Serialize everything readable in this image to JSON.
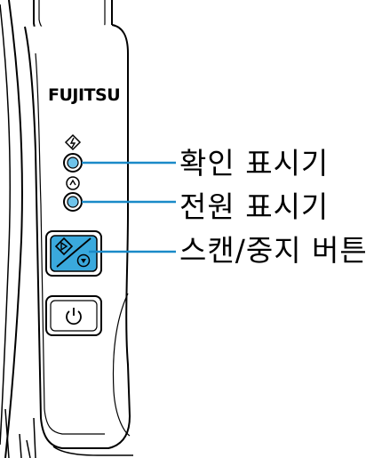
{
  "brand": {
    "logo_text": "FUJITSU"
  },
  "callouts": {
    "check_indicator": "확인 표시기",
    "power_indicator": "전원 표시기",
    "scan_stop_button": "스캔/중지 버튼"
  },
  "colors": {
    "line": "#000000",
    "callout_line": "#1a8ac8",
    "button_fill": "#3aa9dd",
    "led_fill": "#6ec3ea"
  },
  "icons": {
    "check_led": "warning-symbol-icon",
    "power_led": "power-symbol-icon",
    "scan_button": "scan-start-icon",
    "stop_symbol": "stop-icon",
    "power_button": "power-icon"
  }
}
